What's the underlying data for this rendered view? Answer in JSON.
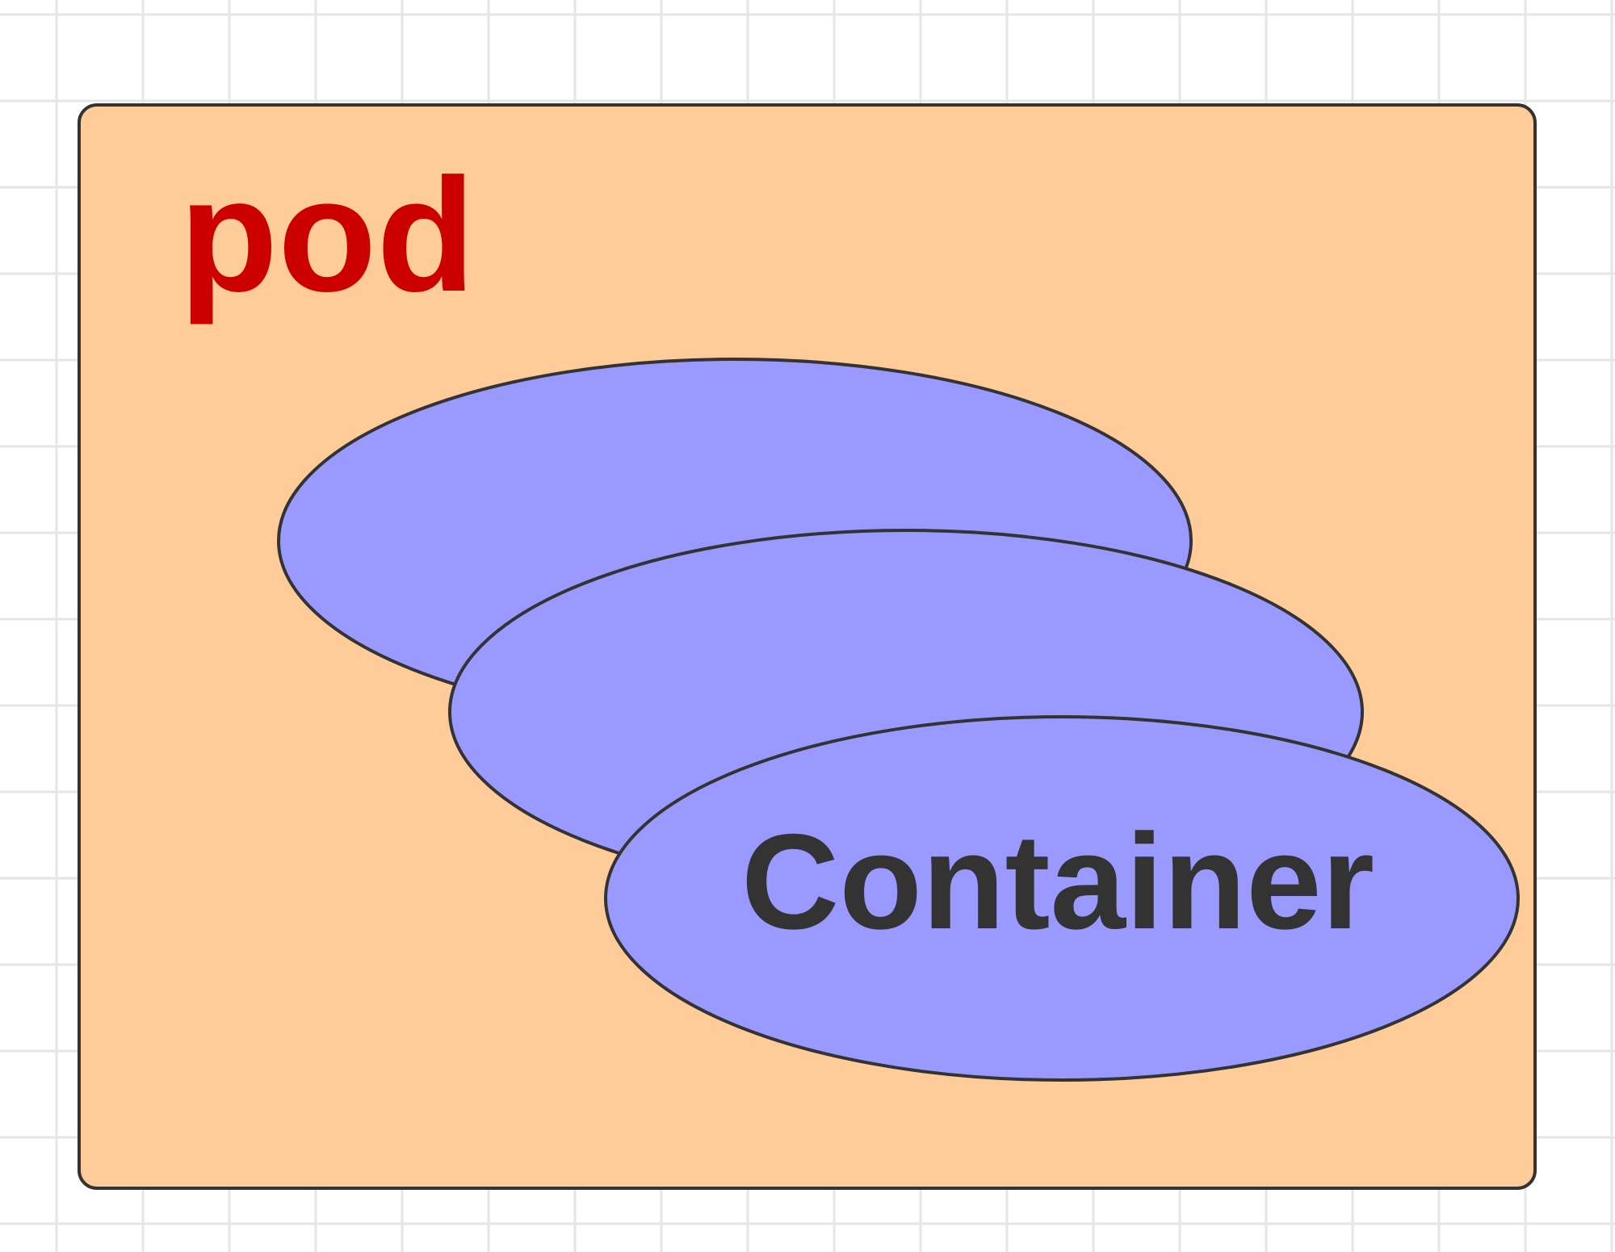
{
  "canvas": {
    "grid_visible": true,
    "grid_color": "#e6e6e6",
    "background": "#ffffff"
  },
  "pod": {
    "label": "pod",
    "label_color": "#cc0000",
    "fill": "#ffcc99",
    "stroke": "#333333"
  },
  "containers": {
    "fill": "#9999ff",
    "stroke": "#333333",
    "count": 3,
    "front_label": "Container",
    "label_color": "#333333"
  }
}
